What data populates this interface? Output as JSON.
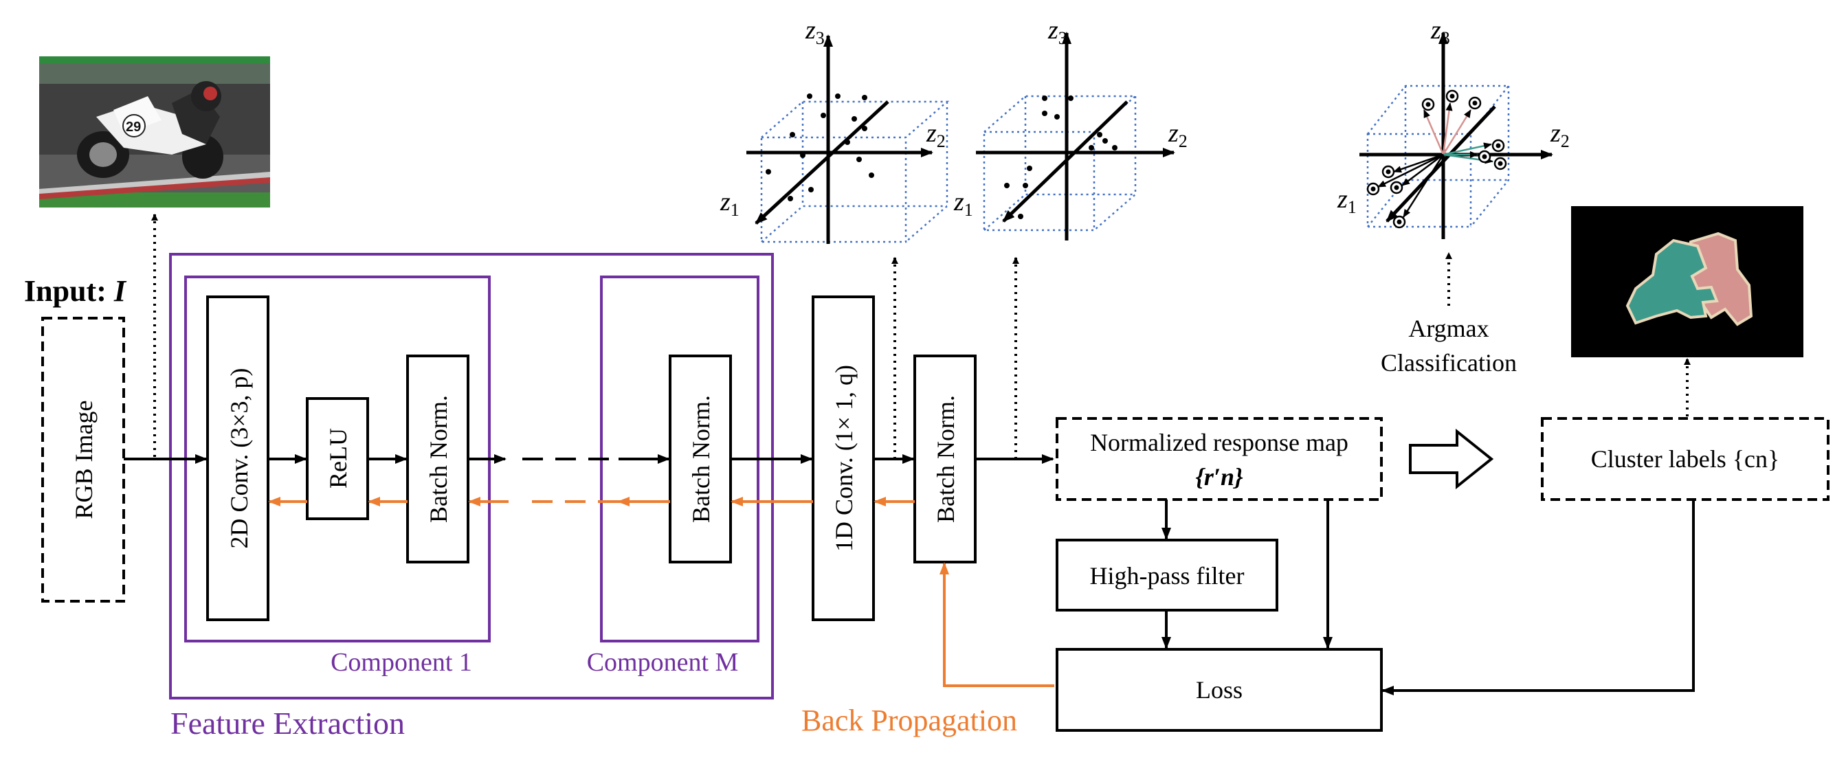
{
  "input": {
    "label": "Input: ",
    "var": "I"
  },
  "rgb_image": "RGB Image",
  "conv2d": "2D Conv. (3×3, p)",
  "relu": "ReLU",
  "bn1": "Batch Norm.",
  "bnM": "Batch Norm.",
  "conv1d": "1D Conv. (1× 1, q)",
  "bn_out": "Batch Norm.",
  "component_1": "Component 1",
  "component_m": "Component M",
  "feature_extraction": "Feature Extraction",
  "response_map": {
    "line1": "Normalized response map",
    "line2": "{r′n}"
  },
  "high_pass": "High-pass filter",
  "loss": "Loss",
  "back_propagation": "Back Propagation",
  "cluster_labels": "Cluster labels {cn}",
  "argmax": {
    "line1": "Argmax",
    "line2": "Classification"
  },
  "axes": {
    "z1": "z",
    "z1_sub": "1",
    "z2": "z",
    "z2_sub": "2",
    "z3": "z",
    "z3_sub": "3"
  },
  "colors": {
    "purple": "#7030a0",
    "orange": "#ed7d31",
    "cube": "#4472c4",
    "teal": "#3d9a8b",
    "pink": "#d4938f"
  }
}
